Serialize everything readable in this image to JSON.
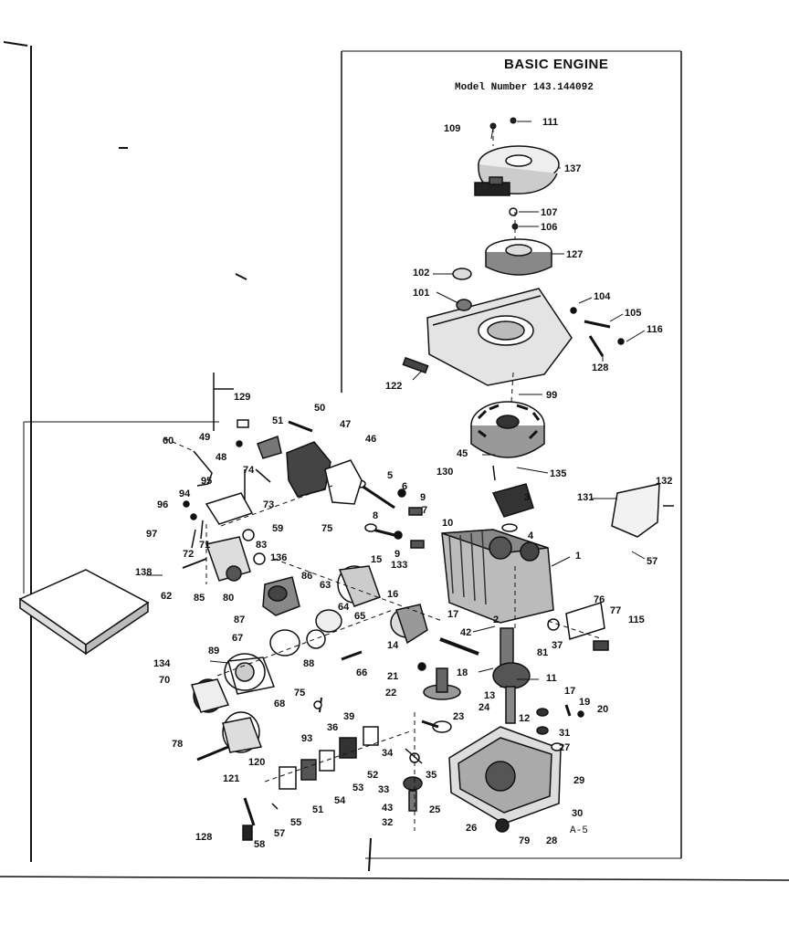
{
  "header": {
    "title": "BASIC ENGINE",
    "model_number": "Model Number 143.144092"
  },
  "sheet_id": "A-5",
  "callouts": [
    {
      "id": "109",
      "label": "109"
    },
    {
      "id": "111",
      "label": "111"
    },
    {
      "id": "137",
      "label": "137"
    },
    {
      "id": "107",
      "label": "107"
    },
    {
      "id": "106",
      "label": "106"
    },
    {
      "id": "127",
      "label": "127"
    },
    {
      "id": "102",
      "label": "102"
    },
    {
      "id": "101",
      "label": "101"
    },
    {
      "id": "104",
      "label": "104"
    },
    {
      "id": "105",
      "label": "105"
    },
    {
      "id": "116",
      "label": "116"
    },
    {
      "id": "128a",
      "label": "128"
    },
    {
      "id": "122",
      "label": "122"
    },
    {
      "id": "99",
      "label": "99"
    },
    {
      "id": "129",
      "label": "129"
    },
    {
      "id": "50",
      "label": "50"
    },
    {
      "id": "51",
      "label": "51"
    },
    {
      "id": "47",
      "label": "47"
    },
    {
      "id": "46",
      "label": "46"
    },
    {
      "id": "49",
      "label": "49"
    },
    {
      "id": "48",
      "label": "48"
    },
    {
      "id": "60",
      "label": "60"
    },
    {
      "id": "95",
      "label": "95"
    },
    {
      "id": "74",
      "label": "74"
    },
    {
      "id": "73",
      "label": "73"
    },
    {
      "id": "94",
      "label": "94"
    },
    {
      "id": "96",
      "label": "96"
    },
    {
      "id": "97",
      "label": "97"
    },
    {
      "id": "72",
      "label": "72"
    },
    {
      "id": "71",
      "label": "71"
    },
    {
      "id": "59",
      "label": "59"
    },
    {
      "id": "75a",
      "label": "75"
    },
    {
      "id": "5",
      "label": "5"
    },
    {
      "id": "6",
      "label": "6"
    },
    {
      "id": "9a",
      "label": "9"
    },
    {
      "id": "7",
      "label": "7"
    },
    {
      "id": "8",
      "label": "8"
    },
    {
      "id": "10",
      "label": "10"
    },
    {
      "id": "9b",
      "label": "9"
    },
    {
      "id": "130",
      "label": "130"
    },
    {
      "id": "45",
      "label": "45"
    },
    {
      "id": "135",
      "label": "135"
    },
    {
      "id": "3",
      "label": "3"
    },
    {
      "id": "4",
      "label": "4"
    },
    {
      "id": "131",
      "label": "131"
    },
    {
      "id": "132",
      "label": "132"
    },
    {
      "id": "57a",
      "label": "57"
    },
    {
      "id": "1",
      "label": "1"
    },
    {
      "id": "138",
      "label": "138"
    },
    {
      "id": "62",
      "label": "62"
    },
    {
      "id": "85",
      "label": "85"
    },
    {
      "id": "80",
      "label": "80"
    },
    {
      "id": "83",
      "label": "83"
    },
    {
      "id": "136",
      "label": "136"
    },
    {
      "id": "86",
      "label": "86"
    },
    {
      "id": "63",
      "label": "63"
    },
    {
      "id": "15",
      "label": "15"
    },
    {
      "id": "133",
      "label": "133"
    },
    {
      "id": "87",
      "label": "87"
    },
    {
      "id": "64",
      "label": "64"
    },
    {
      "id": "65",
      "label": "65"
    },
    {
      "id": "16",
      "label": "16"
    },
    {
      "id": "17a",
      "label": "17"
    },
    {
      "id": "2",
      "label": "2"
    },
    {
      "id": "42",
      "label": "42"
    },
    {
      "id": "76",
      "label": "76"
    },
    {
      "id": "77",
      "label": "77"
    },
    {
      "id": "115",
      "label": "115"
    },
    {
      "id": "81",
      "label": "81"
    },
    {
      "id": "37",
      "label": "37"
    },
    {
      "id": "67",
      "label": "67"
    },
    {
      "id": "88",
      "label": "88"
    },
    {
      "id": "14",
      "label": "14"
    },
    {
      "id": "18",
      "label": "18"
    },
    {
      "id": "89",
      "label": "89"
    },
    {
      "id": "134",
      "label": "134"
    },
    {
      "id": "70",
      "label": "70"
    },
    {
      "id": "66",
      "label": "66"
    },
    {
      "id": "75b",
      "label": "75"
    },
    {
      "id": "68",
      "label": "68"
    },
    {
      "id": "21",
      "label": "21"
    },
    {
      "id": "13",
      "label": "13"
    },
    {
      "id": "11",
      "label": "11"
    },
    {
      "id": "22",
      "label": "22"
    },
    {
      "id": "39",
      "label": "39"
    },
    {
      "id": "17b",
      "label": "17"
    },
    {
      "id": "19",
      "label": "19"
    },
    {
      "id": "20",
      "label": "20"
    },
    {
      "id": "24",
      "label": "24"
    },
    {
      "id": "12",
      "label": "12"
    },
    {
      "id": "23",
      "label": "23"
    },
    {
      "id": "78",
      "label": "78"
    },
    {
      "id": "36",
      "label": "36"
    },
    {
      "id": "31",
      "label": "31"
    },
    {
      "id": "93",
      "label": "93"
    },
    {
      "id": "27",
      "label": "27"
    },
    {
      "id": "120",
      "label": "120"
    },
    {
      "id": "34",
      "label": "34"
    },
    {
      "id": "35",
      "label": "35"
    },
    {
      "id": "29",
      "label": "29"
    },
    {
      "id": "121",
      "label": "121"
    },
    {
      "id": "52",
      "label": "52"
    },
    {
      "id": "53",
      "label": "53"
    },
    {
      "id": "54",
      "label": "54"
    },
    {
      "id": "51b",
      "label": "51"
    },
    {
      "id": "33",
      "label": "33"
    },
    {
      "id": "43",
      "label": "43"
    },
    {
      "id": "55",
      "label": "55"
    },
    {
      "id": "25",
      "label": "25"
    },
    {
      "id": "30",
      "label": "30"
    },
    {
      "id": "32",
      "label": "32"
    },
    {
      "id": "57b",
      "label": "57"
    },
    {
      "id": "26",
      "label": "26"
    },
    {
      "id": "79",
      "label": "79"
    },
    {
      "id": "28",
      "label": "28"
    },
    {
      "id": "128b",
      "label": "128"
    },
    {
      "id": "58",
      "label": "58"
    }
  ]
}
